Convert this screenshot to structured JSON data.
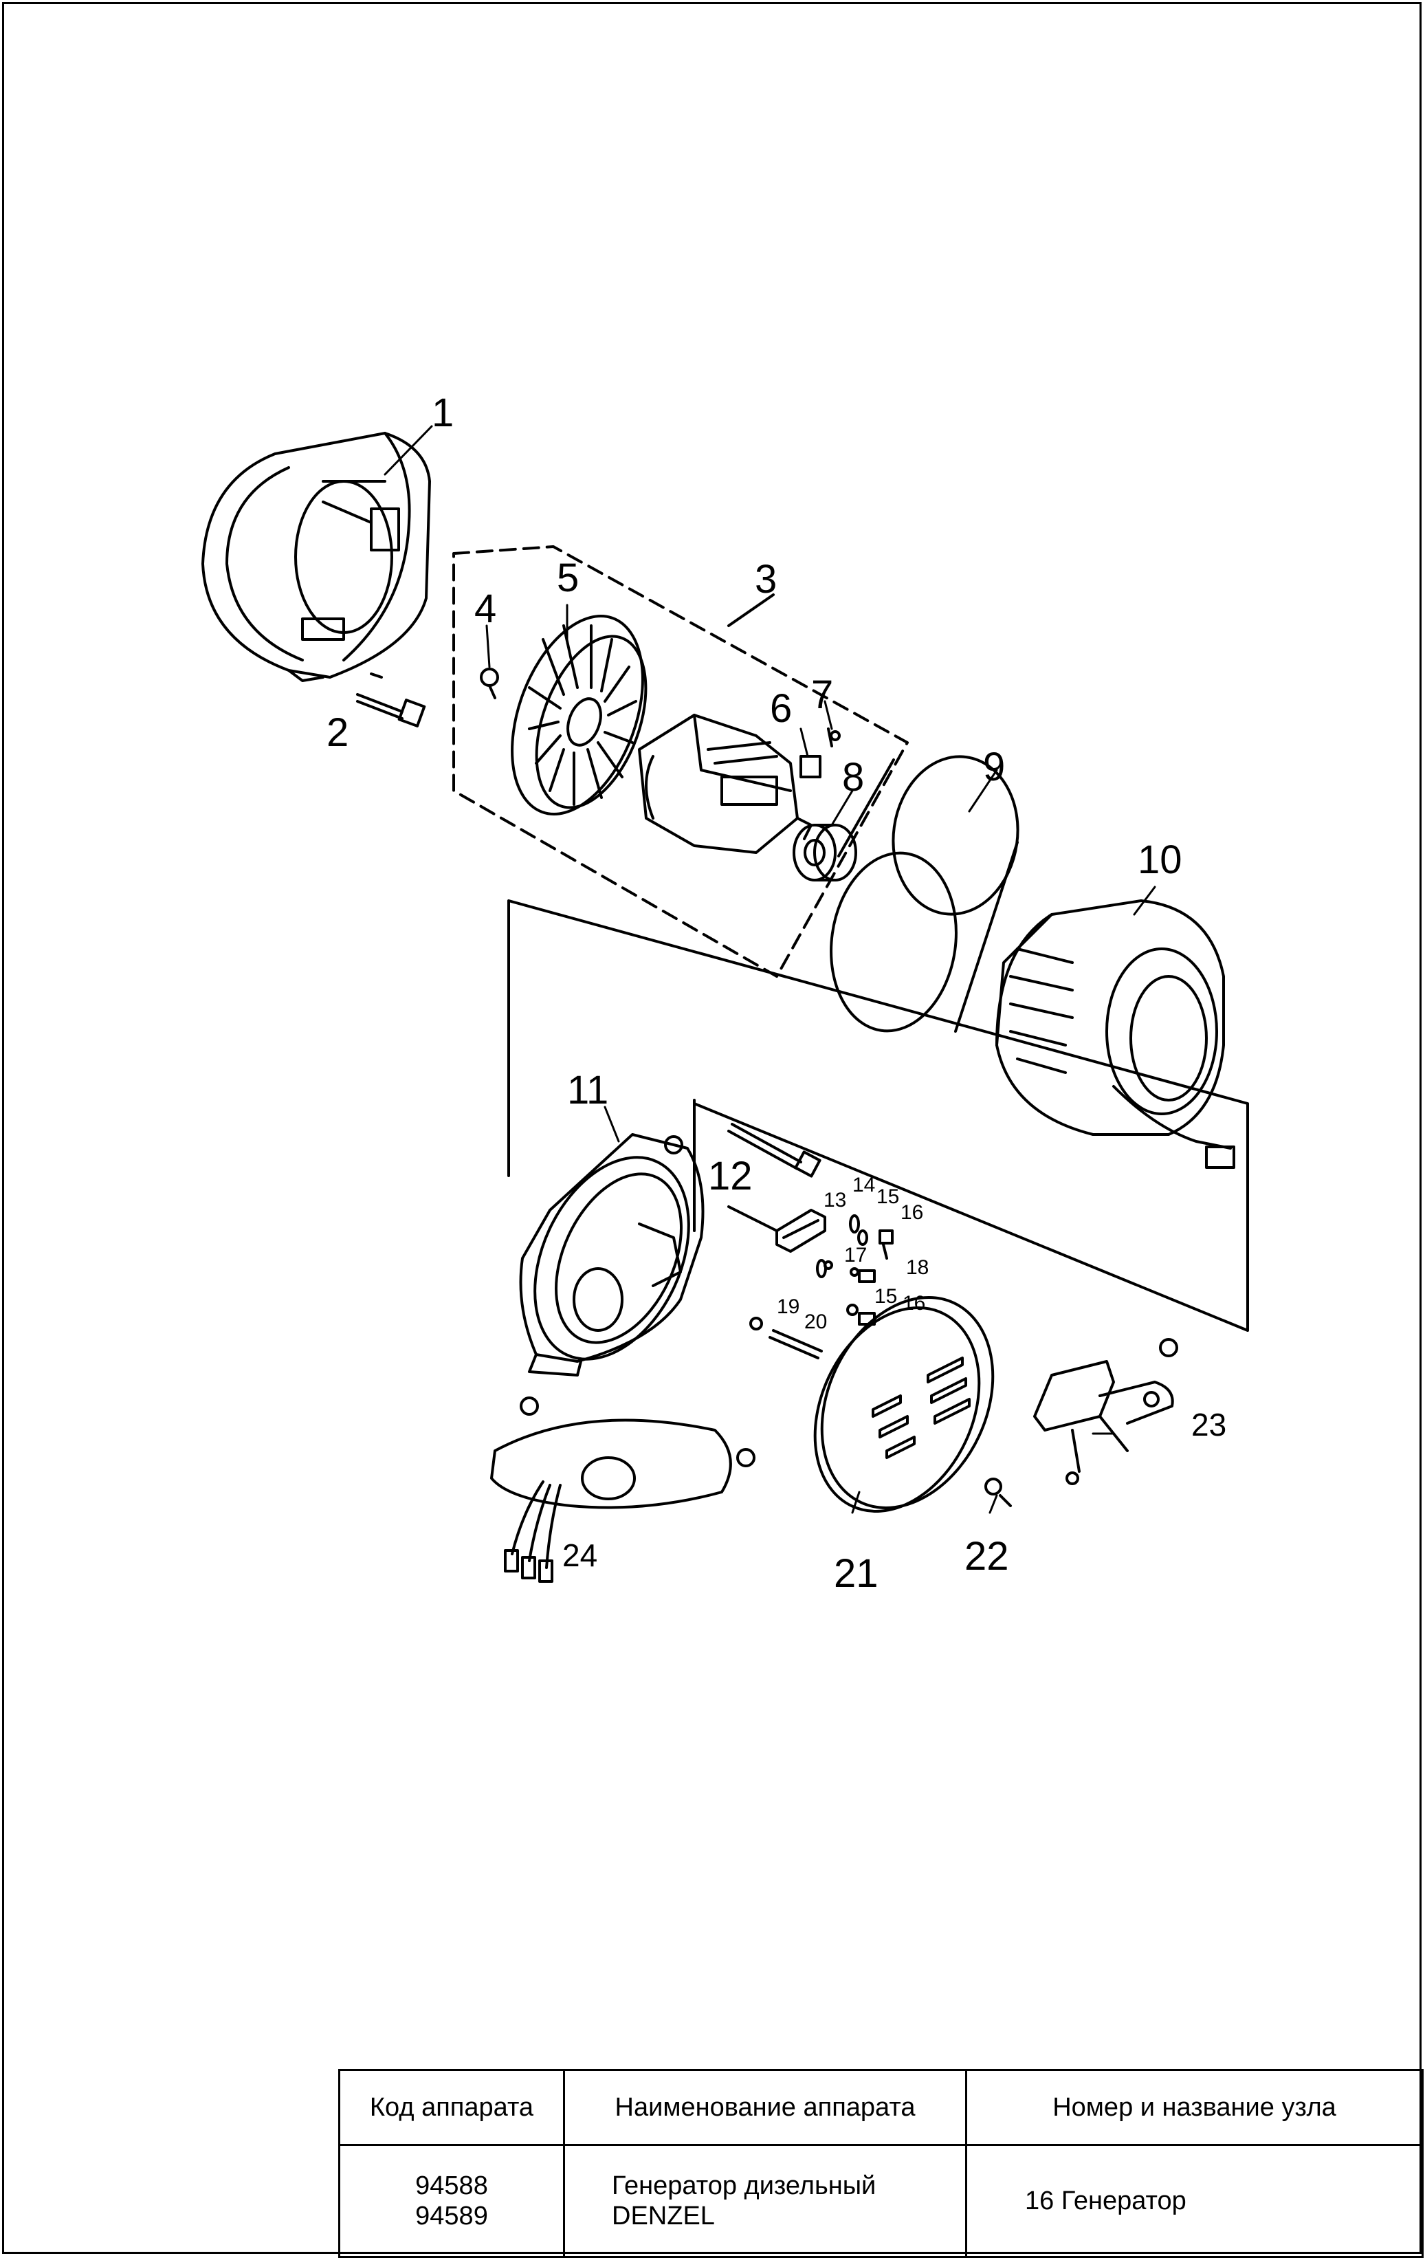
{
  "diagram": {
    "callouts": [
      "1",
      "2",
      "3",
      "4",
      "5",
      "6",
      "7",
      "8",
      "9",
      "10",
      "11",
      "12",
      "13",
      "14",
      "15",
      "16",
      "17",
      "18",
      "19",
      "15",
      "16",
      "20",
      "21",
      "22",
      "23",
      "24"
    ]
  },
  "table": {
    "headers": [
      "Код аппарата",
      "Наименование аппарата",
      "Номер и название узла"
    ],
    "codes": [
      "94588",
      "94589"
    ],
    "name_lines": [
      "Генератор дизельный",
      "DENZEL"
    ],
    "node": "16 Генератор"
  }
}
